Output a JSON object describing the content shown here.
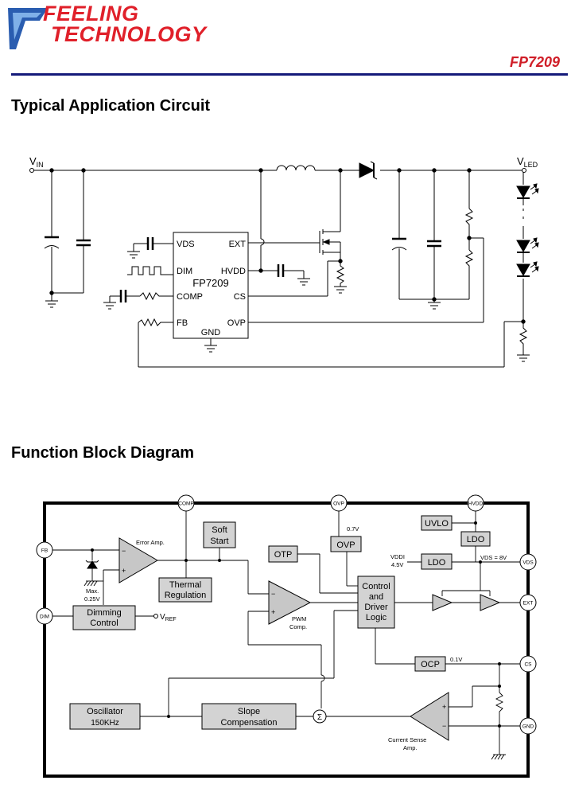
{
  "header": {
    "logo_line1": "FEELING",
    "logo_line2": "TECHNOLOGY",
    "part_number": "FP7209",
    "colors": {
      "brand_red": "#e0202a",
      "brand_blue": "#2a5db0",
      "rule_navy": "#141a7a"
    }
  },
  "sections": {
    "typical_application": "Typical Application Circuit",
    "function_block": "Function Block Diagram"
  },
  "app_circuit": {
    "vin_main": "V",
    "vin_sub": "IN",
    "vled_main": "V",
    "vled_sub": "LED",
    "ic_name": "FP7209",
    "pins": {
      "vds": "VDS",
      "dim": "DIM",
      "comp": "COMP",
      "fb": "FB",
      "ext": "EXT",
      "hvdd": "HVDD",
      "cs": "CS",
      "ovp": "OVP",
      "gnd": "GND"
    }
  },
  "block_diagram": {
    "pins": {
      "comp": "COMP",
      "ovp": "OVP",
      "hvdd": "HVDD",
      "fb": "FB",
      "dim": "DIM",
      "vds": "VDS",
      "ext": "EXT",
      "cs": "CS",
      "gnd": "GND"
    },
    "blocks": {
      "soft_start_1": "Soft",
      "soft_start_2": "Start",
      "thermal_1": "Thermal",
      "thermal_2": "Regulation",
      "dimming_1": "Dimming",
      "dimming_2": "Control",
      "otp": "OTP",
      "ovp": "OVP",
      "uvlo": "UVLO",
      "ldo_top": "LDO",
      "ldo_mid": "LDO",
      "control_1": "Control",
      "control_2": "and",
      "control_3": "Driver",
      "control_4": "Logic",
      "ocp": "OCP",
      "oscillator_1": "Oscillator",
      "oscillator_2": "150KHz",
      "slope_1": "Slope",
      "slope_2": "Compensation",
      "sum": "Σ"
    },
    "labels": {
      "error_amp": "Error Amp.",
      "max_1": "Max.",
      "max_2": "0.25V",
      "vref_main": "V",
      "vref_sub": "REF",
      "pwm_1": "PWM",
      "pwm_2": "Comp.",
      "ovp_ref": "0.7V",
      "vddi_1": "VDDI",
      "vddi_2": "4.5V",
      "vds_8v": "VDS = 8V",
      "ocp_ref": "0.1V",
      "current_sense_1": "Current Sense",
      "current_sense_2": "Amp.",
      "minus": "−",
      "plus": "+"
    }
  }
}
